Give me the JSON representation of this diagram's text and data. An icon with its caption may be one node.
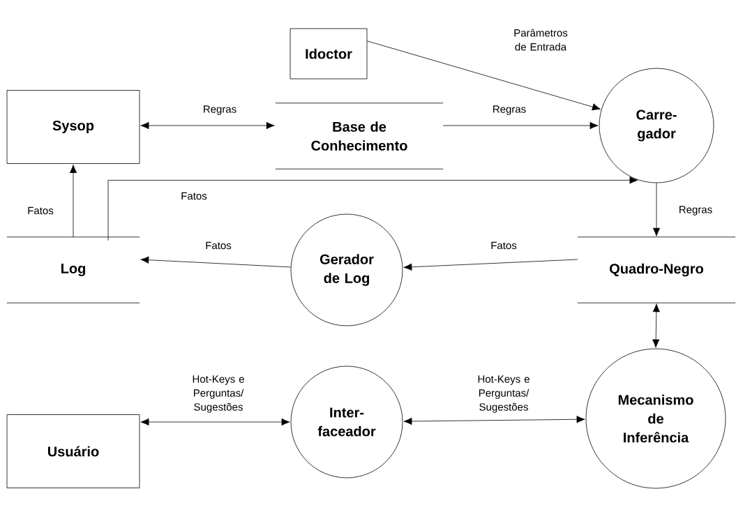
{
  "diagram": {
    "nodes": [
      {
        "text": [
          "Idoctor"
        ]
      },
      {
        "text": [
          "Sysop"
        ]
      },
      {
        "text": [
          "Base de Conhecimento"
        ]
      },
      {
        "text": [
          "Carre- gador"
        ]
      },
      {
        "text": [
          "Log"
        ]
      },
      {
        "text": [
          "Gerador de Log"
        ]
      },
      {
        "text": [
          "Quadro-Negro"
        ]
      },
      {
        "text": [
          "Usuário"
        ]
      },
      {
        "text": [
          "Inter- faceador"
        ]
      },
      {
        "text": [
          "Mecanismo de Inferência"
        ]
      }
    ],
    "edges": [
      {
        "from": 0,
        "to": 3,
        "arrow": "to",
        "label": "Parâmetros de Entrada"
      },
      {
        "from": 1,
        "to": 2,
        "arrow": "both",
        "label": "Regras"
      },
      {
        "from": 2,
        "to": 3,
        "arrow": "to",
        "label": "Regras"
      },
      {
        "from": 4,
        "to": 1,
        "arrow": "to",
        "label": "Fatos"
      },
      {
        "from": 4,
        "to": 3,
        "arrow": "to",
        "label": "Fatos"
      },
      {
        "from": 3,
        "to": 6,
        "arrow": "to",
        "label": "Regras"
      },
      {
        "from": 6,
        "to": 5,
        "arrow": "to",
        "label": "Fatos"
      },
      {
        "from": 5,
        "to": 4,
        "arrow": "to",
        "label": "Fatos"
      },
      {
        "from": 6,
        "to": 9,
        "arrow": "both"
      },
      {
        "from": 7,
        "to": 8,
        "arrow": "both",
        "label": "Hot-Keys e Perguntas/ Sugestões"
      },
      {
        "from": 8,
        "to": 9,
        "arrow": "both",
        "label": "Hot-Keys e Perguntas/ Sugestões"
      }
    ]
  }
}
